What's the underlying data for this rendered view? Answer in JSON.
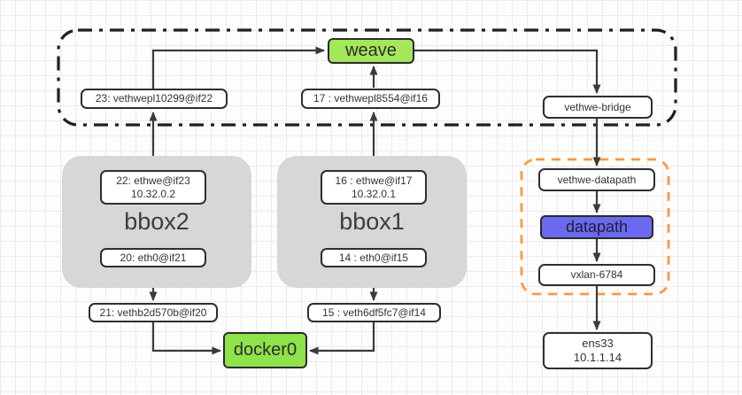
{
  "nodes": {
    "weave": "weave",
    "veth23": "23: vethwepl10299@if22",
    "veth17": "17 : vethwepl8554@if16",
    "vethwe_bridge": "vethwe-bridge",
    "bbox2": {
      "title": "bbox2",
      "ethwe_line1": "22: ethwe@if23",
      "ethwe_line2": "10.32.0.2",
      "eth0": "20: eth0@if21"
    },
    "bbox1": {
      "title": "bbox1",
      "ethwe_line1": "16 : ethwe@if17",
      "ethwe_line2": "10.32.0.1",
      "eth0": "14 : eth0@if15"
    },
    "veth21": "21: vethb2d570b@if20",
    "veth15": "15 : veth6df5fc7@if14",
    "docker0": "docker0",
    "vethwe_datapath": "vethwe-datapath",
    "datapath": "datapath",
    "vxlan": "vxlan-6784",
    "ens33": {
      "line1": "ens33",
      "line2": "10.1.1.14"
    }
  },
  "colors": {
    "node_green": "#8ee24a",
    "weave_green": "#a2e85a",
    "node_purple": "#6b69ef",
    "container_gray": "#d7d7d7",
    "orange_dash": "#f79b3e",
    "black_dash": "#1f1f1f",
    "arrow_stroke": "#3a3a3a",
    "grid_line": "#ebebeb"
  }
}
